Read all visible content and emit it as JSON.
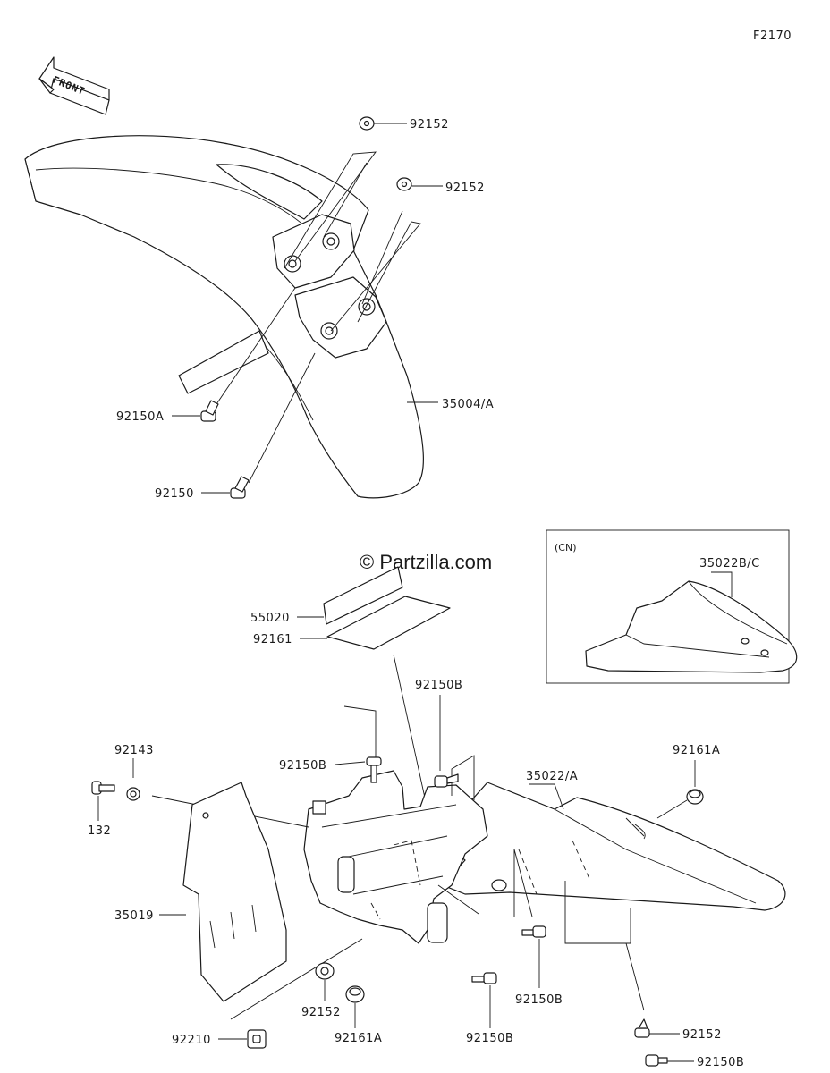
{
  "diagram_id": "F2170",
  "front_label": "FRONT",
  "watermark": "© Partzilla.com",
  "inset_label": "(CN)",
  "parts": {
    "p92152_top1": "92152",
    "p92152_top2": "92152",
    "p35004": "35004/A",
    "p92150A": "92150A",
    "p92150": "92150",
    "p55020": "55020",
    "p92161": "92161",
    "p35022BC": "35022B/C",
    "p92150B_a": "92150B",
    "p92150B_b": "92150B",
    "p92143": "92143",
    "p132": "132",
    "p35022A": "35022/A",
    "p92161A_r": "92161A",
    "p35019": "35019",
    "p92150B_c": "92150B",
    "p92152_b1": "92152",
    "p92152_b2": "92152",
    "p92150B_d": "92150B",
    "p92161A_b": "92161A",
    "p92150B_e": "92150B",
    "p92210": "92210"
  }
}
